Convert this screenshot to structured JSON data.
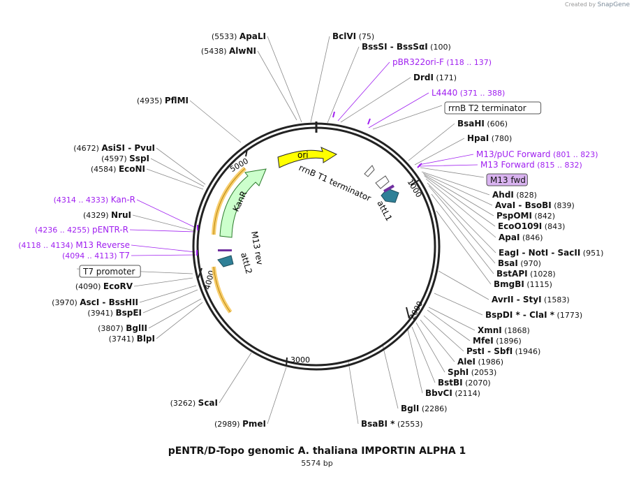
{
  "credit": {
    "prefix": "Created by",
    "brand": "SnapGene"
  },
  "title": "pENTR/D-Topo genomic A. thaliana IMPORTIN ALPHA 1",
  "length_label": "5574 bp",
  "ticks": [
    "1000",
    "2000",
    "3000",
    "4000",
    "5000"
  ],
  "features": [
    {
      "label": "ori",
      "type": "origin",
      "color": "#ffff00"
    },
    {
      "label": "KanR",
      "type": "cds",
      "color": "#ccffcc"
    },
    {
      "label": "rrnB T1 terminator",
      "type": "terminator"
    },
    {
      "label": "attL1",
      "type": "misc"
    },
    {
      "label": "M13 rev",
      "type": "primer"
    },
    {
      "label": "attL2",
      "type": "misc"
    }
  ],
  "site_labels": [
    {
      "pos": "(5533)",
      "name": "ApaLI"
    },
    {
      "pos": "(75)",
      "name": "BclVI"
    },
    {
      "pos": "(100)",
      "name": "BssSI - BssSαI"
    },
    {
      "pos": "(118 .. 137)",
      "name": "pBR322ori-F",
      "primer": true
    },
    {
      "pos": "(171)",
      "name": "DrdI"
    },
    {
      "pos": "(371 .. 388)",
      "name": "L4440",
      "primer": true
    },
    {
      "pos": "",
      "name": "rrnB T2 terminator",
      "boxed": true
    },
    {
      "pos": "(606)",
      "name": "BsaHI"
    },
    {
      "pos": "(780)",
      "name": "HpaI"
    },
    {
      "pos": "(801 .. 823)",
      "name": "M13/pUC Forward",
      "primer": true
    },
    {
      "pos": "(815 .. 832)",
      "name": "M13 Forward",
      "primer": true
    },
    {
      "pos": "",
      "name": "M13 fwd",
      "boxed": true,
      "purple": true
    },
    {
      "pos": "(828)",
      "name": "AhdI"
    },
    {
      "pos": "(839)",
      "name": "AvaI - BsoBI"
    },
    {
      "pos": "(842)",
      "name": "PspOMI"
    },
    {
      "pos": "(843)",
      "name": "EcoO109I"
    },
    {
      "pos": "(846)",
      "name": "ApaI"
    },
    {
      "pos": "(951)",
      "name": "EagI - NotI - SacII"
    },
    {
      "pos": "(970)",
      "name": "BsaI"
    },
    {
      "pos": "(1028)",
      "name": "BstAPI"
    },
    {
      "pos": "(1115)",
      "name": "BmgBI"
    },
    {
      "pos": "(1583)",
      "name": "AvrII - StyI"
    },
    {
      "pos": "(1773)",
      "name": "BspDI * - ClaI *"
    },
    {
      "pos": "(1868)",
      "name": "XmnI"
    },
    {
      "pos": "(1896)",
      "name": "MfeI"
    },
    {
      "pos": "(1946)",
      "name": "PstI - SbfI"
    },
    {
      "pos": "(1986)",
      "name": "AleI"
    },
    {
      "pos": "(2053)",
      "name": "SphI"
    },
    {
      "pos": "(2070)",
      "name": "BstBI"
    },
    {
      "pos": "(2114)",
      "name": "BbvCI"
    },
    {
      "pos": "(2286)",
      "name": "BglI"
    },
    {
      "pos": "(2553)",
      "name": "BsaBI *"
    },
    {
      "pos": "(2989)",
      "name": "PmeI"
    },
    {
      "pos": "(3262)",
      "name": "ScaI"
    },
    {
      "pos": "(3741)",
      "name": "BlpI"
    },
    {
      "pos": "(3807)",
      "name": "BglII"
    },
    {
      "pos": "(3941)",
      "name": "BspEI"
    },
    {
      "pos": "(3970)",
      "name": "AscI - BssHII"
    },
    {
      "pos": "(4090)",
      "name": "EcoRV"
    },
    {
      "pos": "",
      "name": "T7 promoter",
      "boxed": true
    },
    {
      "pos": "(4094 .. 4113)",
      "name": "T7",
      "primer": true
    },
    {
      "pos": "(4118 .. 4134)",
      "name": "M13 Reverse",
      "primer": true
    },
    {
      "pos": "(4236 .. 4255)",
      "name": "pENTR-R",
      "primer": true
    },
    {
      "pos": "(4329)",
      "name": "NruI"
    },
    {
      "pos": "(4314 .. 4333)",
      "name": "Kan-R",
      "primer": true
    },
    {
      "pos": "(4584)",
      "name": "EcoNI"
    },
    {
      "pos": "(4597)",
      "name": "SspI"
    },
    {
      "pos": "(4672)",
      "name": "AsiSI - PvuI"
    },
    {
      "pos": "(4935)",
      "name": "PflMI"
    },
    {
      "pos": "(5438)",
      "name": "AlwNI"
    }
  ]
}
